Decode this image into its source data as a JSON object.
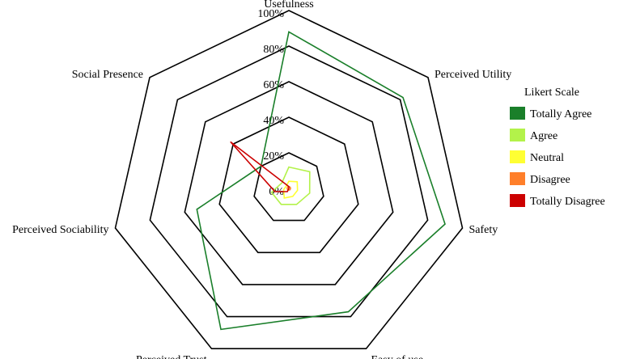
{
  "chart_data": {
    "type": "radar",
    "title": "",
    "axes": [
      "Usefulness",
      "Perceived Utility",
      "Safety",
      "Easy of use",
      "Perceived Trust",
      "Perceived Sociability",
      "Social Presence"
    ],
    "ticks": [
      "0%",
      "20%",
      "40%",
      "60%",
      "80%",
      "100%"
    ],
    "range": [
      0,
      100
    ],
    "legend": {
      "title": "Likert Scale",
      "placement": "right"
    },
    "series": [
      {
        "name": "Totally Agree",
        "color": "#1a7f2a",
        "values": [
          88,
          82,
          90,
          77,
          88,
          53,
          20
        ]
      },
      {
        "name": "Agree",
        "color": "#b3f24a",
        "values": [
          12,
          15,
          12,
          10,
          10,
          10,
          5
        ]
      },
      {
        "name": "Neutral",
        "color": "#ffff33",
        "values": [
          4,
          6,
          5,
          5,
          6,
          3,
          2
        ]
      },
      {
        "name": "Disagree",
        "color": "#ff7f2a",
        "values": [
          1,
          1,
          1,
          1,
          1,
          1,
          1
        ]
      },
      {
        "name": "Totally Disagree",
        "color": "#cc0000",
        "values": [
          1,
          0,
          0,
          0,
          2,
          8,
          42
        ]
      }
    ]
  }
}
